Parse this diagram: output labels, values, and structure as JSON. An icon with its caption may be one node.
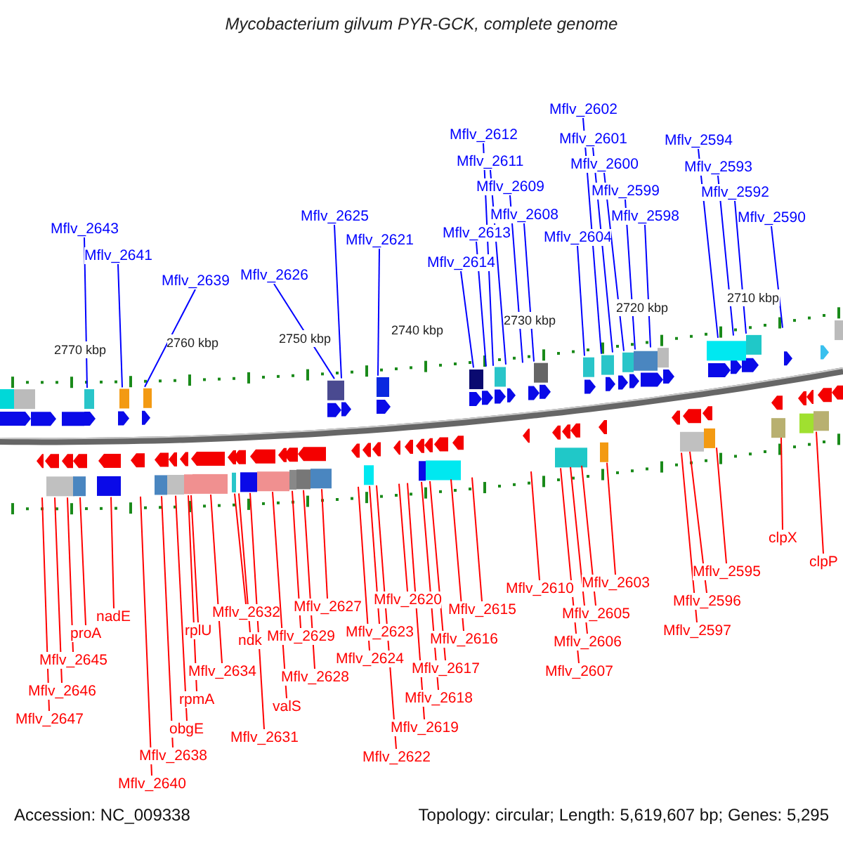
{
  "diagram": {
    "title": "Mycobacterium gilvum PYR-GCK, complete genome",
    "nodes": [
      {
        "text": [
          "Mflv_2643"
        ]
      },
      {
        "text": [
          "Mflv_2641"
        ]
      },
      {
        "text": [
          "Mflv_2639"
        ]
      },
      {
        "text": [
          "Mflv_2626"
        ]
      },
      {
        "text": [
          "Mflv_2625"
        ]
      },
      {
        "text": [
          "Mflv_2621"
        ]
      },
      {
        "text": [
          "Mflv_2614"
        ]
      },
      {
        "text": [
          "Mflv_2613"
        ]
      },
      {
        "text": [
          "Mflv_2612"
        ]
      },
      {
        "text": [
          "Mflv_2611"
        ]
      },
      {
        "text": [
          "Mflv_2609"
        ]
      },
      {
        "text": [
          "Mflv_2608"
        ]
      },
      {
        "text": [
          "Mflv_2604"
        ]
      },
      {
        "text": [
          "Mflv_2602"
        ]
      },
      {
        "text": [
          "Mflv_2601"
        ]
      },
      {
        "text": [
          "Mflv_2600"
        ]
      },
      {
        "text": [
          "Mflv_2599"
        ]
      },
      {
        "text": [
          "Mflv_2598"
        ]
      },
      {
        "text": [
          "Mflv_2594"
        ]
      },
      {
        "text": [
          "Mflv_2593"
        ]
      },
      {
        "text": [
          "Mflv_2592"
        ]
      },
      {
        "text": [
          "Mflv_2590"
        ]
      },
      {
        "text": [
          "Mflv_2647"
        ]
      },
      {
        "text": [
          "Mflv_2646"
        ]
      },
      {
        "text": [
          "Mflv_2645"
        ]
      },
      {
        "text": [
          "proA"
        ]
      },
      {
        "text": [
          "nadE"
        ]
      },
      {
        "text": [
          "Mflv_2640"
        ]
      },
      {
        "text": [
          "Mflv_2638"
        ]
      },
      {
        "text": [
          "obgE"
        ]
      },
      {
        "text": [
          "rpmA"
        ]
      },
      {
        "text": [
          "rplU"
        ]
      },
      {
        "text": [
          "Mflv_2634"
        ]
      },
      {
        "text": [
          "Mflv_2632"
        ]
      },
      {
        "text": [
          "ndk"
        ]
      },
      {
        "text": [
          "Mflv_2631"
        ]
      },
      {
        "text": [
          "valS"
        ]
      },
      {
        "text": [
          "Mflv_2629"
        ]
      },
      {
        "text": [
          "Mflv_2628"
        ]
      },
      {
        "text": [
          "Mflv_2627"
        ]
      },
      {
        "text": [
          "Mflv_2624"
        ]
      },
      {
        "text": [
          "Mflv_2623"
        ]
      },
      {
        "text": [
          "Mflv_2620"
        ]
      },
      {
        "text": [
          "Mflv_2622"
        ]
      },
      {
        "text": [
          "Mflv_2619"
        ]
      },
      {
        "text": [
          "Mflv_2618"
        ]
      },
      {
        "text": [
          "Mflv_2617"
        ]
      },
      {
        "text": [
          "Mflv_2616"
        ]
      },
      {
        "text": [
          "Mflv_2615"
        ]
      },
      {
        "text": [
          "Mflv_2610"
        ]
      },
      {
        "text": [
          "Mflv_2607"
        ]
      },
      {
        "text": [
          "Mflv_2606"
        ]
      },
      {
        "text": [
          "Mflv_2605"
        ]
      },
      {
        "text": [
          "Mflv_2603"
        ]
      },
      {
        "text": [
          "Mflv_2597"
        ]
      },
      {
        "text": [
          "Mflv_2596"
        ]
      },
      {
        "text": [
          "Mflv_2595"
        ]
      },
      {
        "text": [
          "clpX"
        ]
      },
      {
        "text": [
          "clpP"
        ]
      }
    ],
    "edges": [
      {
        "from": 0,
        "to": null,
        "arrow": "none",
        "color": "#0000ff"
      },
      {
        "from": 1,
        "to": null,
        "arrow": "none",
        "color": "#0000ff"
      },
      {
        "from": 2,
        "to": null,
        "arrow": "none",
        "color": "#0000ff"
      },
      {
        "from": 3,
        "to": null,
        "arrow": "none",
        "color": "#0000ff"
      },
      {
        "from": 4,
        "to": null,
        "arrow": "none",
        "color": "#0000ff"
      },
      {
        "from": 5,
        "to": null,
        "arrow": "none",
        "color": "#0000ff"
      },
      {
        "from": 6,
        "to": null,
        "arrow": "none",
        "color": "#0000ff"
      },
      {
        "from": 7,
        "to": null,
        "arrow": "none",
        "color": "#0000ff"
      },
      {
        "from": 8,
        "to": null,
        "arrow": "none",
        "color": "#0000ff"
      },
      {
        "from": 9,
        "to": null,
        "arrow": "none",
        "color": "#0000ff"
      },
      {
        "from": 10,
        "to": null,
        "arrow": "none",
        "color": "#0000ff"
      },
      {
        "from": 11,
        "to": null,
        "arrow": "none",
        "color": "#0000ff"
      },
      {
        "from": 12,
        "to": null,
        "arrow": "none",
        "color": "#0000ff"
      },
      {
        "from": 13,
        "to": null,
        "arrow": "none",
        "color": "#0000ff"
      },
      {
        "from": 14,
        "to": null,
        "arrow": "none",
        "color": "#0000ff"
      },
      {
        "from": 15,
        "to": null,
        "arrow": "none",
        "color": "#0000ff"
      },
      {
        "from": 16,
        "to": null,
        "arrow": "none",
        "color": "#0000ff"
      },
      {
        "from": 17,
        "to": null,
        "arrow": "none",
        "color": "#0000ff"
      },
      {
        "from": 18,
        "to": null,
        "arrow": "none",
        "color": "#0000ff"
      },
      {
        "from": 19,
        "to": null,
        "arrow": "none",
        "color": "#0000ff"
      },
      {
        "from": 20,
        "to": null,
        "arrow": "none",
        "color": "#0000ff"
      },
      {
        "from": 21,
        "to": null,
        "arrow": "none",
        "color": "#0000ff"
      },
      {
        "from": 22,
        "to": null,
        "arrow": "none"
      },
      {
        "from": 23,
        "to": null,
        "arrow": "none"
      },
      {
        "from": 24,
        "to": null,
        "arrow": "none"
      },
      {
        "from": 25,
        "to": null,
        "arrow": "none"
      },
      {
        "from": 26,
        "to": null,
        "arrow": "none"
      },
      {
        "from": 27,
        "to": null,
        "arrow": "none"
      },
      {
        "from": 28,
        "to": null,
        "arrow": "none"
      },
      {
        "from": 29,
        "to": null,
        "arrow": "none"
      },
      {
        "from": 30,
        "to": null,
        "arrow": "none"
      },
      {
        "from": 31,
        "to": null,
        "arrow": "none"
      },
      {
        "from": 32,
        "to": null,
        "arrow": "none"
      },
      {
        "from": 33,
        "to": null,
        "arrow": "none"
      },
      {
        "from": 34,
        "to": null,
        "arrow": "none"
      },
      {
        "from": 35,
        "to": null,
        "arrow": "none"
      },
      {
        "from": 36,
        "to": null,
        "arrow": "none"
      },
      {
        "from": 37,
        "to": null,
        "arrow": "none"
      },
      {
        "from": 38,
        "to": null,
        "arrow": "none"
      },
      {
        "from": 39,
        "to": null,
        "arrow": "none"
      },
      {
        "from": 40,
        "to": null,
        "arrow": "none"
      },
      {
        "from": 41,
        "to": null,
        "arrow": "none"
      },
      {
        "from": 42,
        "to": null,
        "arrow": "none"
      },
      {
        "from": 43,
        "to": null,
        "arrow": "none"
      },
      {
        "from": 44,
        "to": null,
        "arrow": "none"
      },
      {
        "from": 45,
        "to": null,
        "arrow": "none"
      },
      {
        "from": 46,
        "to": null,
        "arrow": "none"
      },
      {
        "from": 47,
        "to": null,
        "arrow": "none"
      },
      {
        "from": 48,
        "to": null,
        "arrow": "none"
      },
      {
        "from": 49,
        "to": null,
        "arrow": "none"
      },
      {
        "from": 50,
        "to": null,
        "arrow": "none"
      },
      {
        "from": 51,
        "to": null,
        "arrow": "none"
      },
      {
        "from": 52,
        "to": null,
        "arrow": "none"
      },
      {
        "from": 53,
        "to": null,
        "arrow": "none"
      },
      {
        "from": 54,
        "to": null,
        "arrow": "none"
      },
      {
        "from": 55,
        "to": null,
        "arrow": "none"
      },
      {
        "from": 56,
        "to": null,
        "arrow": "none"
      },
      {
        "from": 57,
        "to": null,
        "arrow": "none"
      },
      {
        "from": 58,
        "to": null,
        "arrow": "none"
      }
    ],
    "labels": [
      "2770 kbp",
      "2760 kbp",
      "2750 kbp",
      "2740 kbp",
      "2730 kbp",
      "2720 kbp",
      "2710 kbp",
      "Accession: NC_009338",
      "Topology: circular; Length: 5,619,607 bp; Genes: 5,295"
    ]
  }
}
